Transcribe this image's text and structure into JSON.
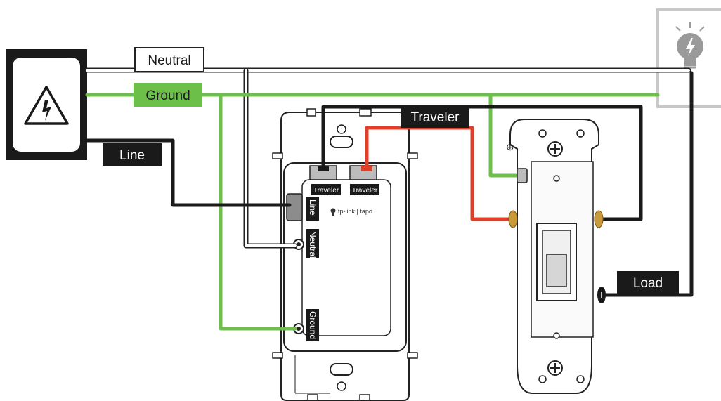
{
  "labels": {
    "neutral": "Neutral",
    "ground": "Ground",
    "line": "Line",
    "traveler": "Traveler",
    "load": "Load"
  },
  "device": {
    "brand": "tp-link | tapo",
    "terminals": {
      "traveler_1": "Traveler",
      "traveler_2": "Traveler",
      "line": "Line",
      "neutral": "Neutral",
      "ground": "Ground"
    }
  },
  "colors": {
    "hot": "#1a1a1a",
    "neutral": "#ffffff",
    "ground": "#6cc04a",
    "traveler_red": "#e0402a",
    "brass": "#c89a3a",
    "outline": "#222222",
    "lamp_box": "#c8c8c8",
    "lamp": "#9a9a9a"
  },
  "icons": {
    "power_source": "high-voltage-icon",
    "light": "light-bulb-icon"
  }
}
